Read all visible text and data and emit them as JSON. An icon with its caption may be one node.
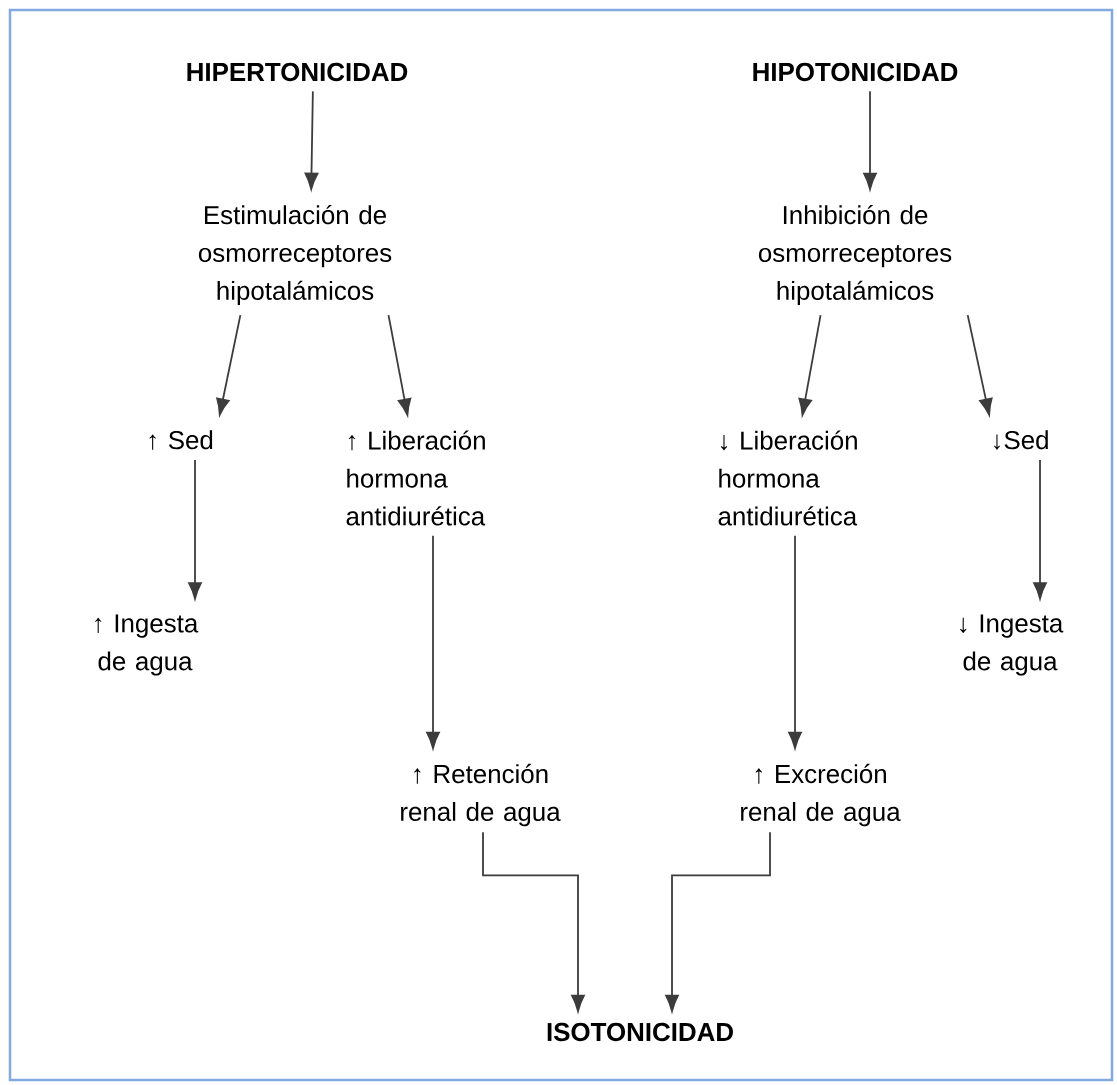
{
  "diagram": {
    "nodes": [
      {
        "text": [
          "HIPERTONICIDAD"
        ]
      },
      {
        "text": [
          "HIPOTONICIDAD"
        ]
      },
      {
        "text": [
          "Estimulación de osmorreceptores hipotalámicos"
        ]
      },
      {
        "text": [
          "Inhibición de osmorreceptores hipotalámicos"
        ]
      },
      {
        "text": [
          "↑ Sed"
        ]
      },
      {
        "text": [
          "↑ Liberación hormona antidiurética"
        ]
      },
      {
        "text": [
          "↓ Liberación hormona antidiurética"
        ]
      },
      {
        "text": [
          "↓Sed"
        ]
      },
      {
        "text": [
          "↑ Ingesta de agua"
        ]
      },
      {
        "text": [
          "↑ Retención renal de agua"
        ]
      },
      {
        "text": [
          "↑ Excreción renal de agua"
        ]
      },
      {
        "text": [
          "↓ Ingesta de agua"
        ]
      },
      {
        "text": [
          "ISOTONICIDAD"
        ]
      }
    ],
    "edges": [
      {
        "from": 0,
        "to": 2,
        "arrow": "to"
      },
      {
        "from": 1,
        "to": 3,
        "arrow": "to"
      },
      {
        "from": 2,
        "to": 4,
        "arrow": "to"
      },
      {
        "from": 2,
        "to": 5,
        "arrow": "to"
      },
      {
        "from": 3,
        "to": 6,
        "arrow": "to"
      },
      {
        "from": 3,
        "to": 7,
        "arrow": "to"
      },
      {
        "from": 4,
        "to": 8,
        "arrow": "to"
      },
      {
        "from": 5,
        "to": 9,
        "arrow": "to"
      },
      {
        "from": 6,
        "to": 10,
        "arrow": "to"
      },
      {
        "from": 7,
        "to": 11,
        "arrow": "to"
      },
      {
        "from": 9,
        "to": 12,
        "arrow": "to"
      },
      {
        "from": 10,
        "to": 12,
        "arrow": "to"
      }
    ]
  }
}
